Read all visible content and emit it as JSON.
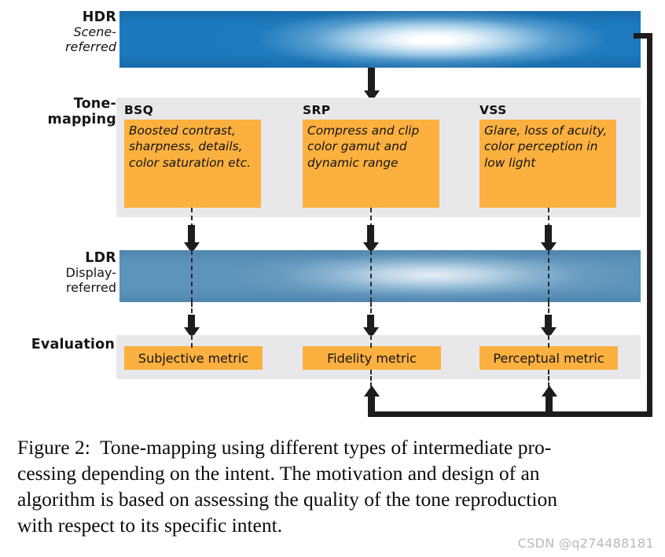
{
  "figure": {
    "rows": [
      {
        "id": "hdr",
        "label_main": "HDR",
        "label_sub": "Scene-\nreferred",
        "label_sub_style": "italic",
        "bar_type": "gradient-blue-saturated"
      },
      {
        "id": "tone-mapping",
        "label_main": "Tone-\nmapping",
        "label_sub": "",
        "band_color": "#e8e8ea"
      },
      {
        "id": "ldr",
        "label_main": "LDR",
        "label_sub": "Display-\nreferred",
        "label_sub_style": "normal",
        "bar_type": "gradient-blue-muted"
      },
      {
        "id": "evaluation",
        "label_main": "Evaluation",
        "label_sub": "",
        "band_color": "#e8e8ea"
      }
    ],
    "row_labels": {
      "hdr_main": "HDR",
      "hdr_sub_line1": "Scene-",
      "hdr_sub_line2": "referred",
      "tone_main_line1": "Tone-",
      "tone_main_line2": "mapping",
      "ldr_main": "LDR",
      "ldr_sub_line1": "Display-",
      "ldr_sub_line2": "referred",
      "evaluation_main": "Evaluation"
    },
    "columns": [
      {
        "key": "bsq",
        "title": "BSQ",
        "description": "Boosted contrast, sharpness, details, color saturation etc.",
        "metric": "Subjective metric",
        "has_feedback_arrow": false
      },
      {
        "key": "srp",
        "title": "SRP",
        "description": "Compress and clip color gamut and dynamic range",
        "metric": "Fidelity metric",
        "has_feedback_arrow": true
      },
      {
        "key": "vss",
        "title": "VSS",
        "description": "Glare, loss of acuity, color perception in low light",
        "metric": "Perceptual metric",
        "has_feedback_arrow": true
      }
    ],
    "colors": {
      "band": "#e8e8ea",
      "box_orange": "#fbb040",
      "arrow_black": "#1d1d1d",
      "hdr_blue": "#1c79bd",
      "ldr_blue": "#5d94bb",
      "text": "#141414"
    }
  },
  "caption": {
    "lines": [
      "Figure 2:  Tone-mapping using different types of intermediate pro-",
      "cessing depending on the intent. The motivation and design of an",
      "algorithm is based on assessing the quality of the tone reproduction",
      "with respect to its specific intent."
    ]
  },
  "watermark": {
    "text": "CSDN @q274488181"
  }
}
